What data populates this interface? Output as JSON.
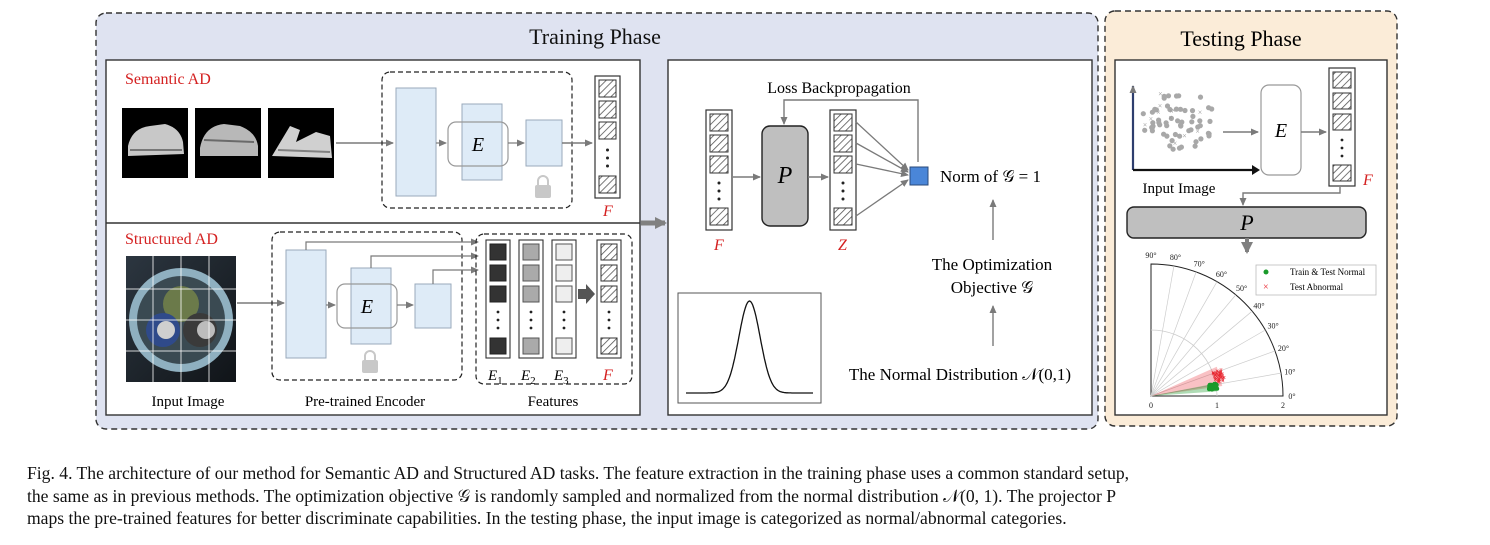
{
  "training": {
    "title": "Training Phase",
    "semantic_label": "Semantic AD",
    "structured_label": "Structured AD",
    "encoder_symbol": "E",
    "feature_symbol": "F",
    "e1": "E",
    "e2": "E",
    "e3": "E",
    "sub1": "1",
    "sub2": "2",
    "sub3": "3",
    "input_image_label": "Input Image",
    "pretrained_label": "Pre-trained Encoder",
    "features_label": "Features",
    "loss_label": "Loss Backpropagation",
    "projector_symbol": "P",
    "z_symbol": "Z",
    "norm_label": "Norm of 𝒢 = 1",
    "objective_line1": "The Optimization",
    "objective_line2": "Objective 𝒢",
    "normal_dist_label": "The Normal Distribution 𝒩(0,1)"
  },
  "testing": {
    "title": "Testing Phase",
    "input_image_label": "Input Image",
    "encoder_symbol": "E",
    "feature_symbol": "F",
    "projector_symbol": "P",
    "legend_normal": "Train & Test Normal",
    "legend_abnormal": "Test Abnormal",
    "polar_angle_ticks": [
      "90°",
      "80°",
      "70°",
      "60°",
      "50°",
      "40°",
      "30°",
      "20°",
      "10°",
      "0°"
    ],
    "polar_radius_ticks": [
      "0",
      "1",
      "2"
    ]
  },
  "colors": {
    "training_bg": "#dfe3f1",
    "testing_bg": "#fbecd8",
    "encoder_fill": "#deebf7",
    "projector_fill": "#bfbfbf",
    "norm_square": "#4a86d8",
    "red_label": "#d42020",
    "normal_points": "#1a9a2a",
    "abnormal_points": "#e8202a"
  },
  "caption": {
    "line1": "Fig. 4.  The architecture of our method for Semantic AD and Structured AD tasks. The feature extraction in the training phase uses a common standard setup,",
    "line2": "the same as in previous methods. The optimization objective 𝒢 is randomly sampled and normalized from the normal distribution 𝒩(0, 1). The projector P",
    "line3": "maps the pre-trained features for better discriminate capabilities. In the testing phase, the input image is categorized as normal/abnormal categories."
  }
}
